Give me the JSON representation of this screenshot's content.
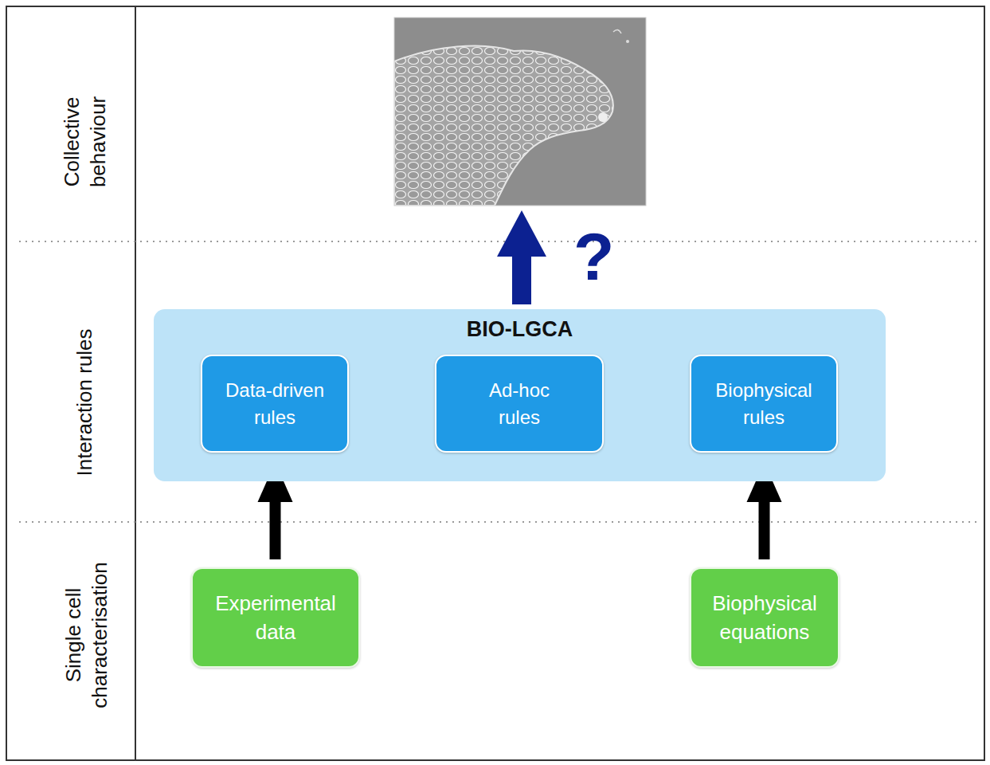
{
  "diagram": {
    "nodes": [
      {
        "text": [
          "BIO-LGCA"
        ]
      },
      {
        "text": [
          "Data-driven rules"
        ],
        "in": 0
      },
      {
        "text": [
          "Ad-hoc rules"
        ],
        "in": 0
      },
      {
        "text": [
          "Biophysical rules"
        ],
        "in": 0
      },
      {
        "text": [
          "Experimental data"
        ]
      },
      {
        "text": [
          "Biophysical equations"
        ]
      }
    ],
    "edges": [
      {
        "from": 4,
        "to": 1,
        "arrow": "to"
      },
      {
        "from": 5,
        "to": 3,
        "arrow": "to"
      }
    ],
    "labels": [
      "Collective behaviour",
      "Interaction rules",
      "Single cell characterisation",
      "?"
    ]
  }
}
